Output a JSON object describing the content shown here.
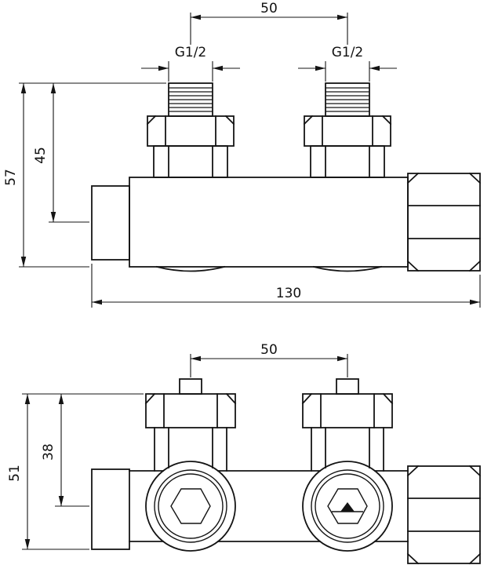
{
  "drawing": {
    "top_view": {
      "center_distance": "50",
      "thread_left": "G1/2",
      "thread_right": "G1/2",
      "height_total": "57",
      "height_to_axis": "45",
      "length_total": "130"
    },
    "bottom_view": {
      "center_distance": "50",
      "height_total": "51",
      "height_to_axis": "38"
    }
  },
  "colors": {
    "ink": "#141414",
    "background": "#ffffff"
  }
}
